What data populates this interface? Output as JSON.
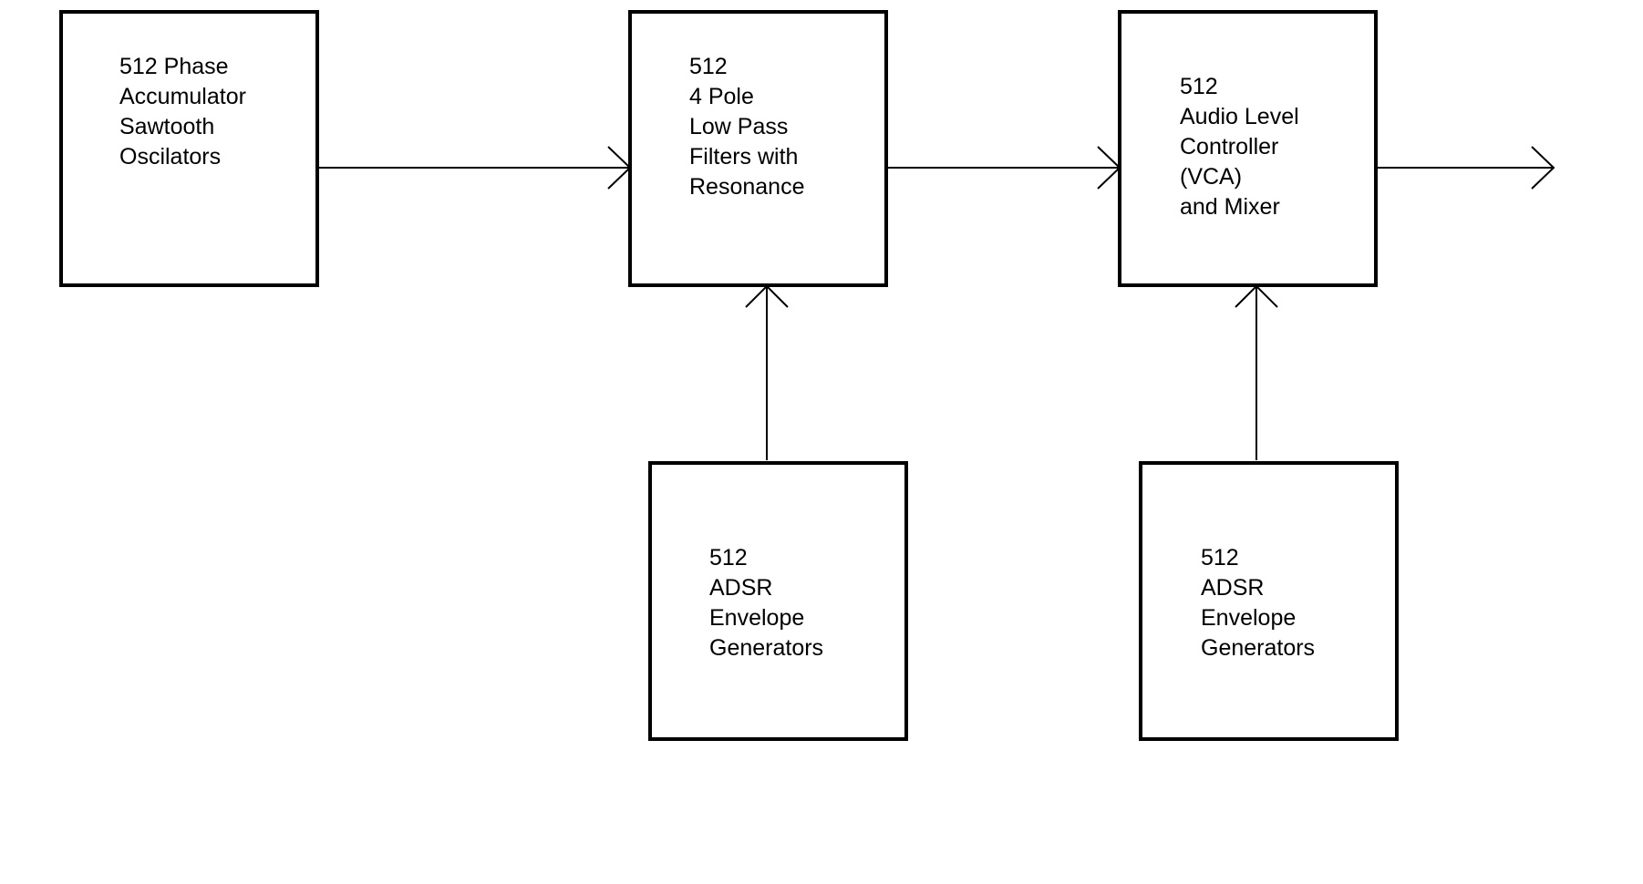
{
  "diagram": {
    "blocks": [
      {
        "id": "oscillators",
        "lines": [
          "512 Phase",
          "Accumulator",
          "Sawtooth",
          "Oscilators"
        ]
      },
      {
        "id": "filters",
        "lines": [
          "512",
          "4 Pole",
          "Low Pass",
          "Filters with",
          "Resonance"
        ]
      },
      {
        "id": "vca",
        "lines": [
          "512",
          "Audio Level",
          "Controller",
          "(VCA)",
          "and Mixer"
        ]
      },
      {
        "id": "filter-env",
        "lines": [
          "512",
          "ADSR",
          "Envelope",
          "Generators"
        ]
      },
      {
        "id": "vca-env",
        "lines": [
          "512",
          "ADSR",
          "Envelope",
          "Generators"
        ]
      }
    ],
    "connections": [
      {
        "from": "oscillators",
        "to": "filters"
      },
      {
        "from": "filters",
        "to": "vca"
      },
      {
        "from": "vca",
        "to": "output"
      },
      {
        "from": "filter-env",
        "to": "filters"
      },
      {
        "from": "vca-env",
        "to": "vca"
      }
    ]
  }
}
